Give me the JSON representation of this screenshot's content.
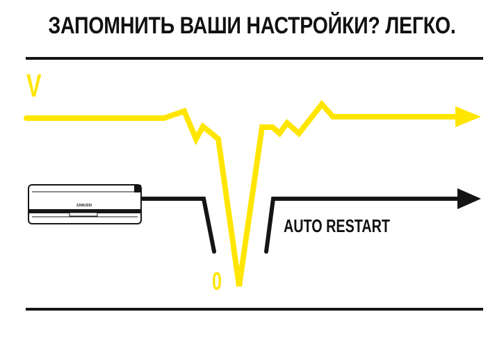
{
  "headline": "ЗАПОМНИТЬ ВАШИ НАСТРОЙКИ? ЛЕГКО.",
  "voltage_label": "V",
  "zero_label": "0",
  "auto_restart_label": "AUTO RESTART",
  "ac_unit": {
    "brand": "ZANUSSI"
  },
  "colors": {
    "voltage_line": "#FFE600",
    "state_line": "#151515",
    "text": "#111111",
    "background": "#FFFFFF"
  }
}
